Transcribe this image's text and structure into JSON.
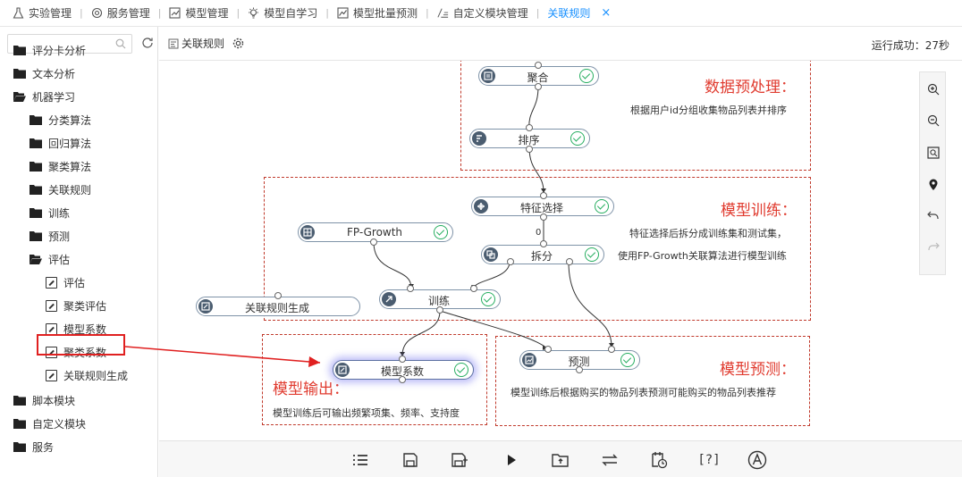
{
  "tabs": [
    {
      "label": "实验管理",
      "icon": "experiment-icon"
    },
    {
      "label": "服务管理",
      "icon": "service-icon"
    },
    {
      "label": "模型管理",
      "icon": "model-chart-icon"
    },
    {
      "label": "模型自学习",
      "icon": "bulb-icon"
    },
    {
      "label": "模型批量预测",
      "icon": "line-chart-icon"
    },
    {
      "label": "自定义模块管理",
      "icon": "custom-module-icon"
    },
    {
      "label": "关联规则",
      "icon": "",
      "active": true
    }
  ],
  "tab_close": "×",
  "sidebar": {
    "search_placeholder": "",
    "items": [
      {
        "label": "评分卡分析",
        "type": "folder"
      },
      {
        "label": "文本分析",
        "type": "folder"
      },
      {
        "label": "机器学习",
        "type": "folder-open"
      },
      {
        "label": "分类算法",
        "type": "folder"
      },
      {
        "label": "回归算法",
        "type": "folder"
      },
      {
        "label": "聚类算法",
        "type": "folder"
      },
      {
        "label": "关联规则",
        "type": "folder"
      },
      {
        "label": "训练",
        "type": "folder"
      },
      {
        "label": "预测",
        "type": "folder"
      },
      {
        "label": "评估",
        "type": "folder-open"
      },
      {
        "label": "评估",
        "type": "leaf"
      },
      {
        "label": "聚类评估",
        "type": "leaf"
      },
      {
        "label": "模型系数",
        "type": "leaf",
        "selected": true
      },
      {
        "label": "聚类系数",
        "type": "leaf"
      },
      {
        "label": "关联规则生成",
        "type": "leaf"
      },
      {
        "label": "脚本模块",
        "type": "folder"
      },
      {
        "label": "自定义模块",
        "type": "folder"
      },
      {
        "label": "服务",
        "type": "folder"
      }
    ]
  },
  "canvas_header": {
    "title": "关联规则",
    "status": "运行成功：27秒"
  },
  "groups": {
    "preprocess": {
      "title": "数据预处理：",
      "desc": "根据用户id分组收集物品列表并排序"
    },
    "training": {
      "title": "模型训练：",
      "desc1": "特征选择后拆分成训练集和测试集，",
      "desc2": "使用FP-Growth关联算法进行模型训练"
    },
    "output": {
      "title": "模型输出：",
      "desc": "模型训练后可输出频繁项集、频率、支持度"
    },
    "predict": {
      "title": "模型预测：",
      "desc": "模型训练后根据购买的物品列表预测可能购买的物品列表推荐"
    }
  },
  "nodes": {
    "aggregate": "聚合",
    "sort": "排序",
    "feature_select": "特征选择",
    "fp_growth": "FP-Growth",
    "split": "拆分",
    "train": "训练",
    "rule_gen": "关联规则生成",
    "model_coef": "模型系数",
    "predict": "预测"
  },
  "split_port_label": "0",
  "colors": {
    "accent": "#1890ff",
    "group_border": "#c0392b",
    "group_title": "#e03b2f",
    "success": "#27ae60",
    "node_icon": "#4b5d70",
    "selection_red": "#e02020"
  },
  "zoom_tools": [
    "zoom-in-icon",
    "zoom-out-icon",
    "fit-view-icon",
    "locate-icon",
    "undo-icon",
    "redo-icon"
  ],
  "bottom_tools": [
    "list-icon",
    "save-icon",
    "save-as-icon",
    "run-icon",
    "export-icon",
    "swap-icon",
    "schedule-icon",
    "help-icon",
    "auto-icon"
  ],
  "help_label": "[?]"
}
